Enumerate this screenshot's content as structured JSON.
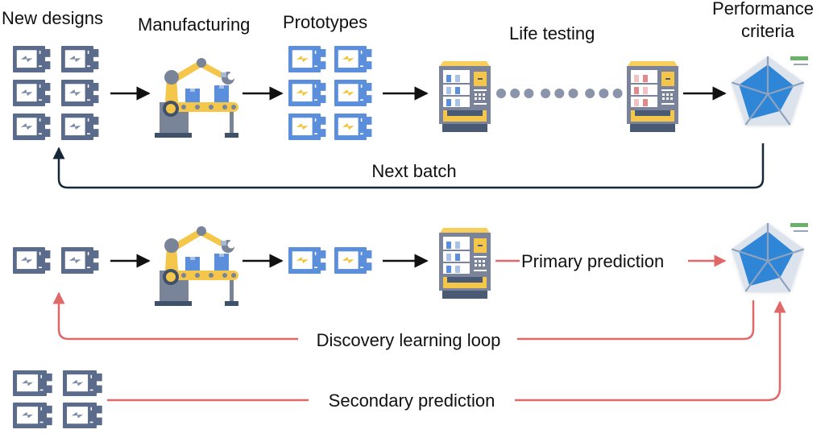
{
  "colors": {
    "battery_gray": "#5b6b8c",
    "battery_blue": "#5b8fdc",
    "bolt_gray": "#7c8aa6",
    "bolt_yellow": "#f1c232",
    "robot_yellow": "#f4c64a",
    "robot_joint": "#7a8499",
    "box_blue": "#5b8fdc",
    "base_dark": "#3f5069",
    "machine_body": "#7a8399",
    "machine_top": "#f7cf5a",
    "machine_tray": "#f4c64a",
    "machine_base": "#4a5a75",
    "product_blue": "#5b8fdc",
    "product_lightblue": "#a9c2e6",
    "product_red": "#e28a8a",
    "product_pink": "#f2c1c1",
    "dots": "#8a94aa",
    "radar_bg": "#dde3ec",
    "radar_fill": "#2f86d6",
    "radar_spokes": "#8fa3bf",
    "legend_green": "#6ab26a",
    "legend_gray": "#98a4bb",
    "arrow_black": "#111111",
    "loop_dark": "#15283a",
    "loop_red": "#e06868"
  },
  "labels": {
    "new_designs": "New designs",
    "manufacturing": "Manufacturing",
    "prototypes": "Prototypes",
    "life_testing": "Life testing",
    "performance_line1": "Performance",
    "performance_line2": "criteria",
    "next_batch": "Next batch",
    "primary_prediction": "Primary prediction",
    "discovery_loop": "Discovery learning loop",
    "secondary_prediction": "Secondary prediction"
  },
  "flow": {
    "top_row": [
      "new-designs",
      "manufacturing",
      "prototypes",
      "life-testing-start",
      "life-testing-end",
      "performance-criteria"
    ],
    "bottom_row": [
      "new-designs-subset",
      "manufacturing",
      "prototypes-subset",
      "life-testing-start",
      "performance-criteria"
    ],
    "new_designs_count_top": 6,
    "prototypes_count_top": 6,
    "new_designs_count_bottom": 2,
    "prototypes_count_bottom": 2,
    "secondary_designs_count": 4,
    "life_testing_dots": 9
  },
  "icons": {
    "battery": "battery-icon",
    "robot": "robot-arm-icon",
    "tester": "test-machine-icon",
    "radar": "radar-chart-icon"
  }
}
